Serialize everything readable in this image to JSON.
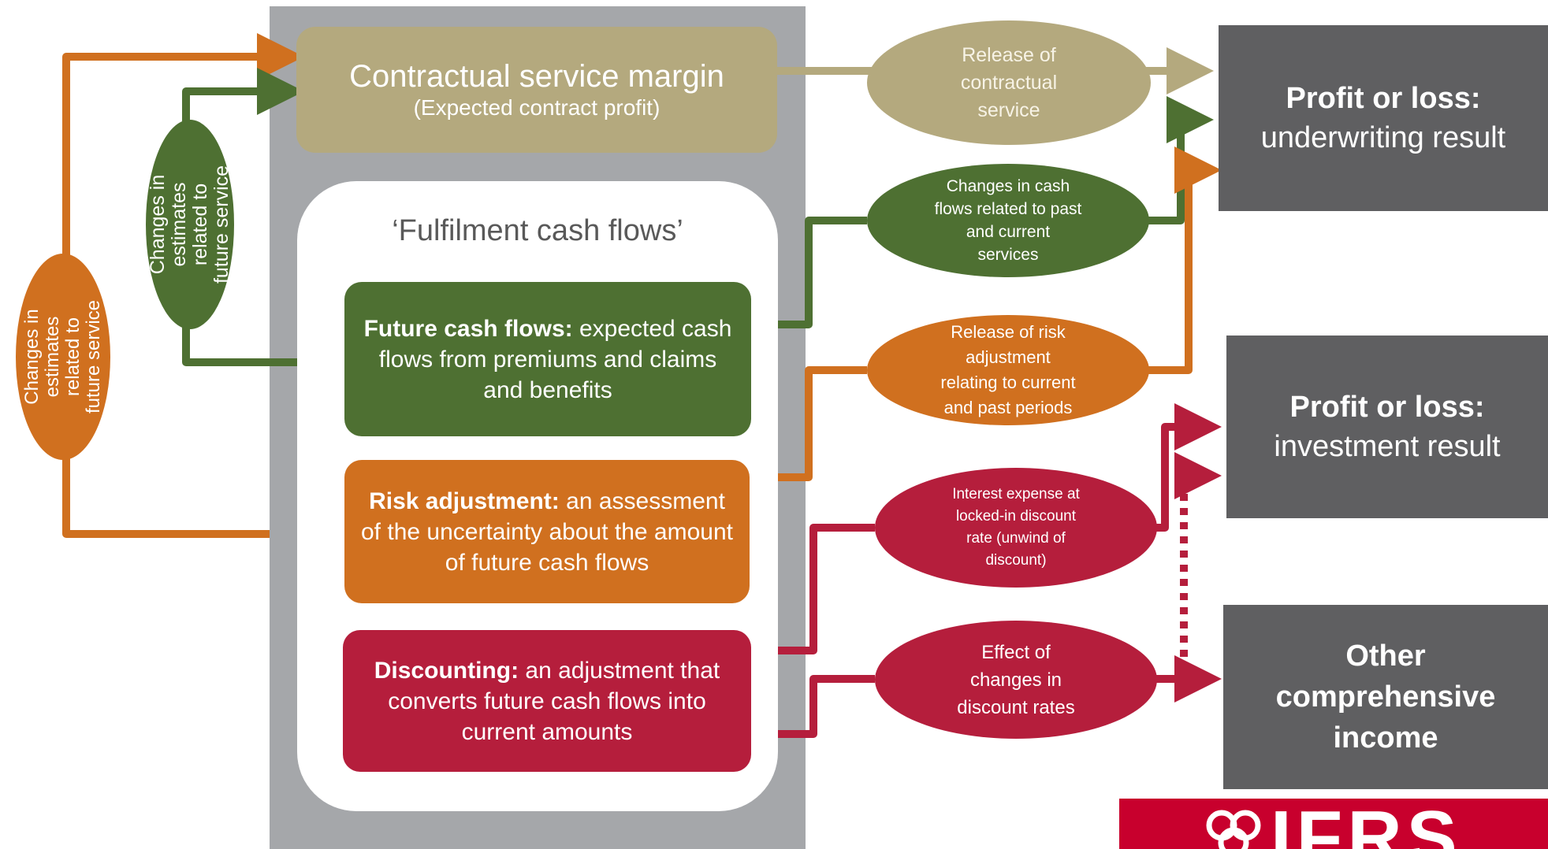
{
  "csm": {
    "title": "Contractual service margin",
    "subtitle": "(Expected contract profit)"
  },
  "fulfilment": {
    "title": "‘Fulfilment cash flows’",
    "future_cash_flows": {
      "bold": "Future cash flows:",
      "text": " expected cash flows from premiums and claims and benefits"
    },
    "risk_adjustment": {
      "bold": "Risk adjustment:",
      "text": " an assessment of the uncertainty about the amount of future cash flows"
    },
    "discounting": {
      "bold": "Discounting:",
      "text": " an adjustment that converts future cash flows into current amounts"
    }
  },
  "left_labels": {
    "green": [
      "Changes in",
      "estimates",
      "related to",
      "future service"
    ],
    "orange": [
      "Changes in",
      "estimates",
      "related to",
      "future service"
    ]
  },
  "flows": {
    "release_csm": [
      "Release of",
      "contractual",
      "service"
    ],
    "past_current": [
      "Changes in cash",
      "flows related to past",
      "and current",
      "services"
    ],
    "release_risk": [
      "Release of risk",
      "adjustment",
      "relating to current",
      "and past periods"
    ],
    "interest": [
      "Interest expense at",
      "locked-in discount",
      "rate (unwind of",
      "discount)"
    ],
    "discount_change": [
      "Effect of",
      "changes in",
      "discount rates"
    ]
  },
  "results": {
    "underwriting": {
      "heading": "Profit or loss:",
      "sub": "underwriting result"
    },
    "investment": {
      "heading": "Profit or loss:",
      "sub": "investment result"
    },
    "oci": [
      "Other",
      "comprehensive",
      "income"
    ]
  },
  "logo": {
    "text": "IFRS"
  },
  "colors": {
    "tan": "#b4a97e",
    "green": "#4e7032",
    "orange": "#d0701f",
    "red": "#b51e3c",
    "dark_gray": "#5f5f61",
    "panel_gray": "#a5a7aa",
    "logo_red": "#c8002d"
  }
}
